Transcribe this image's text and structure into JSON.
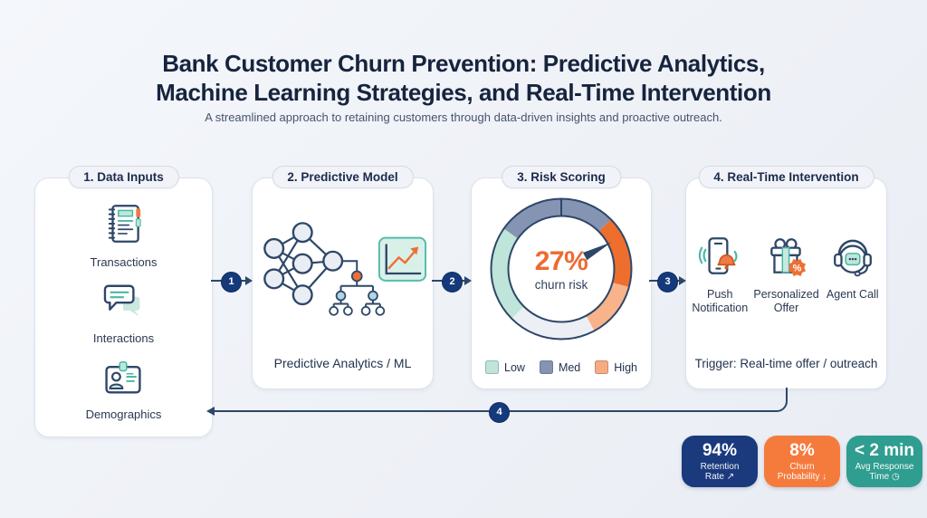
{
  "header": {
    "title_line1": "Bank Customer Churn Prevention: Predictive Analytics,",
    "title_line2": "Machine Learning Strategies, and Real-Time Intervention",
    "subtitle": "A streamlined approach to retaining customers through data-driven insights and proactive outreach."
  },
  "cards": {
    "c1": {
      "step": "1. Data Inputs",
      "items": [
        {
          "icon": "notebook-icon",
          "label": "Transactions"
        },
        {
          "icon": "chat-bubbles-icon",
          "label": "Interactions"
        },
        {
          "icon": "id-card-icon",
          "label": "Demographics"
        }
      ]
    },
    "c2": {
      "step": "2. Predictive Model",
      "icons": [
        "neural-network-icon",
        "decision-tree-icon",
        "trend-chart-icon"
      ],
      "caption": "Predictive Analytics / ML"
    },
    "c3": {
      "step": "3. Risk Scoring"
    },
    "c4": {
      "step": "4. Real-Time Intervention",
      "items": [
        {
          "icon": "phone-bell-icon",
          "label": "Push Notification"
        },
        {
          "icon": "gift-offer-icon",
          "label": "Personalized Offer"
        },
        {
          "icon": "headset-icon",
          "label": "Agent Call"
        }
      ],
      "caption": "Trigger: Real-time offer / outreach"
    }
  },
  "connectors": {
    "step1": "1",
    "step2": "2",
    "step3": "3",
    "feedback": "4"
  },
  "chart_data": {
    "type": "donut-gauge",
    "center_value": "27%",
    "center_label": "churn risk",
    "value_percent": 27,
    "segments": [
      {
        "label": "med",
        "color": "#8594b3",
        "start": -55,
        "end": 0
      },
      {
        "label": "med",
        "color": "#8594b3",
        "start": 0,
        "end": 45
      },
      {
        "label": "high",
        "color": "#ee6e2e",
        "start": 45,
        "end": 105
      },
      {
        "label": "high-light",
        "color": "#f8b38b",
        "start": 105,
        "end": 152
      },
      {
        "label": "remainder",
        "color": "#eceff4",
        "start": 152,
        "end": 225
      },
      {
        "label": "low",
        "color": "#bfe4d9",
        "start": 225,
        "end": 305
      }
    ],
    "legend": [
      {
        "label": "Low",
        "color": "#bfe4d9"
      },
      {
        "label": "Med",
        "color": "#8594b3"
      },
      {
        "label": "High",
        "color": "#f8ab80"
      }
    ],
    "needle": {
      "angle": 62,
      "tip_r": 63,
      "base_r": 30,
      "half_width_deg": 9
    },
    "outline_color": "#2e4768"
  },
  "kpis": [
    {
      "value": "94%",
      "label": "Retention Rate ↗",
      "color": "#1b3a7e"
    },
    {
      "value": "8%",
      "label": "Churn Probability ↓",
      "color": "#f57b3d"
    },
    {
      "value": "< 2 min",
      "label": "Avg Response Time ◷",
      "color": "#2f9d90"
    }
  ],
  "accent_colors": {
    "navy": "#153a7c",
    "line": "#2e4768",
    "teal": "#49b8a5",
    "orange": "#ee6f33"
  }
}
